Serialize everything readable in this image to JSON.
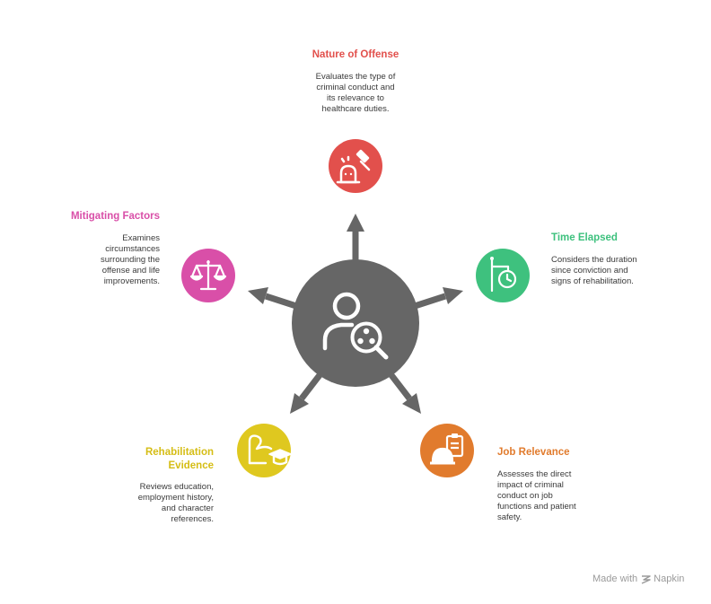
{
  "colors": {
    "hub": "#666666",
    "nature": "#e2504c",
    "time": "#3ec17e",
    "job": "#e17b2d",
    "rehab": "#dfc81f",
    "mitigating": "#d94fa8",
    "text": "#3a3a3a",
    "footer": "#9a9a9a"
  },
  "hub": {
    "icon": "person-search-icon"
  },
  "nodes": [
    {
      "id": "nature",
      "title": "Nature of Offense",
      "description": [
        "Evaluates the type of",
        "criminal conduct and",
        "its relevance to",
        "healthcare duties."
      ],
      "icon": "gavel-icon"
    },
    {
      "id": "time",
      "title": "Time Elapsed",
      "description": [
        "Considers the duration",
        "since conviction and",
        "signs of rehabilitation."
      ],
      "icon": "clock-sign-icon"
    },
    {
      "id": "job",
      "title": "Job Relevance",
      "description": [
        "Assesses the direct",
        "impact of criminal",
        "conduct on job",
        "functions and patient",
        "safety."
      ],
      "icon": "hardhat-clipboard-icon"
    },
    {
      "id": "rehab",
      "title": [
        "Rehabilitation",
        "Evidence"
      ],
      "description": [
        "Reviews education,",
        "employment history,",
        "and character",
        "references."
      ],
      "icon": "arm-graduation-icon"
    },
    {
      "id": "mitigating",
      "title": "Mitigating Factors",
      "description": [
        "Examines",
        "circumstances",
        "surrounding the",
        "offense and life",
        "improvements."
      ],
      "icon": "scales-icon"
    }
  ],
  "footer": {
    "made_with": "Made with",
    "brand": "Napkin"
  }
}
